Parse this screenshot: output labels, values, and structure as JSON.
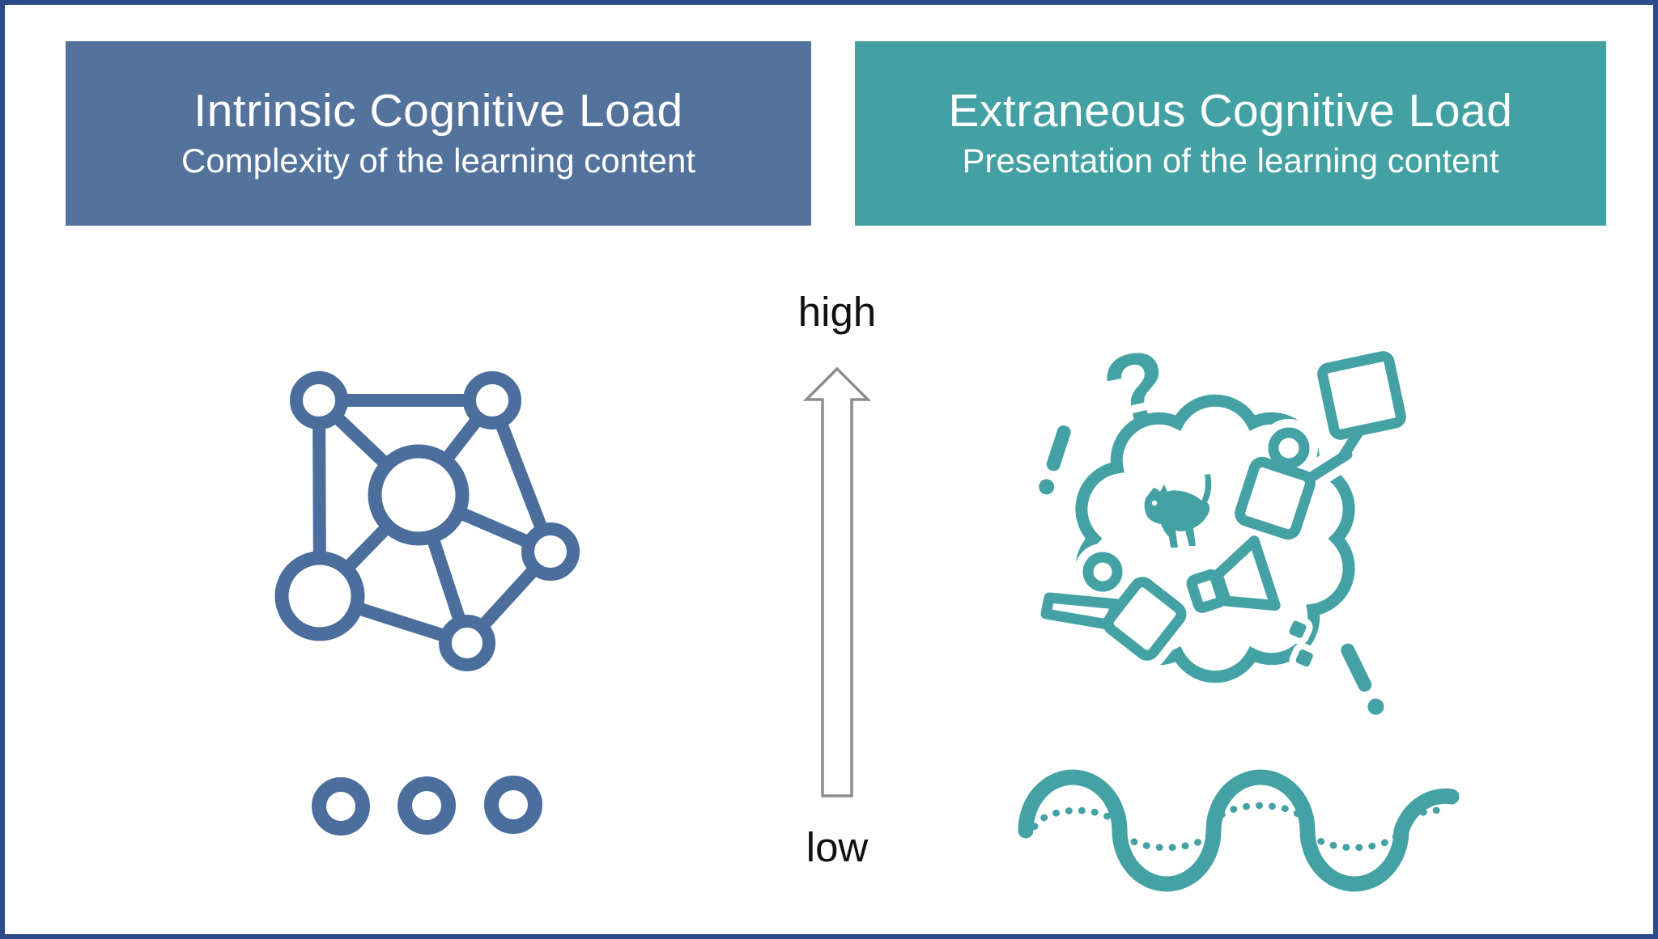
{
  "frame": {
    "background": "#ffffff",
    "border_color": "#2b4a8a"
  },
  "left_panel": {
    "title": "Intrinsic Cognitive Load",
    "subtitle": "Complexity of the learning content",
    "header_bg": "#53729c",
    "header_text_color": "#ffffff",
    "icon_color": "#4b6e9d",
    "icon_names": [
      "connected-nodes-network-icon",
      "three-rings-icon"
    ]
  },
  "right_panel": {
    "title": "Extraneous Cognitive Load",
    "subtitle": "Presentation of the learning content",
    "header_bg": "#44a1a3",
    "header_text_color": "#ffffff",
    "icon_color": "#45a2a4",
    "icon_names": [
      "confused-thought-cloud-icon",
      "sine-wave-icon"
    ],
    "marks": {
      "question": "?"
    }
  },
  "axis": {
    "high_label": "high",
    "low_label": "low",
    "arrow_outline_color": "#8c8c8c",
    "arrow_fill": "#ffffff",
    "label_color": "#101010"
  }
}
